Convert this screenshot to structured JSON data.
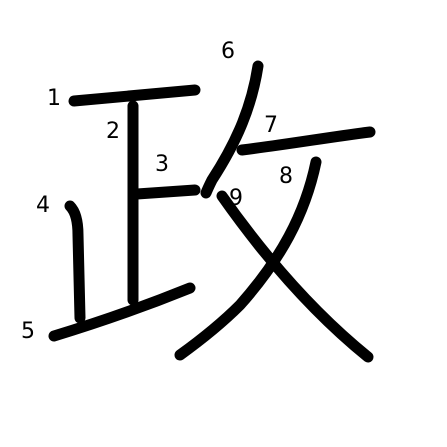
{
  "character": "政",
  "stroke_color": "#000000",
  "background_color": "#ffffff",
  "stroke_numbers": [
    "1",
    "2",
    "3",
    "4",
    "5",
    "6",
    "7",
    "8",
    "9"
  ]
}
